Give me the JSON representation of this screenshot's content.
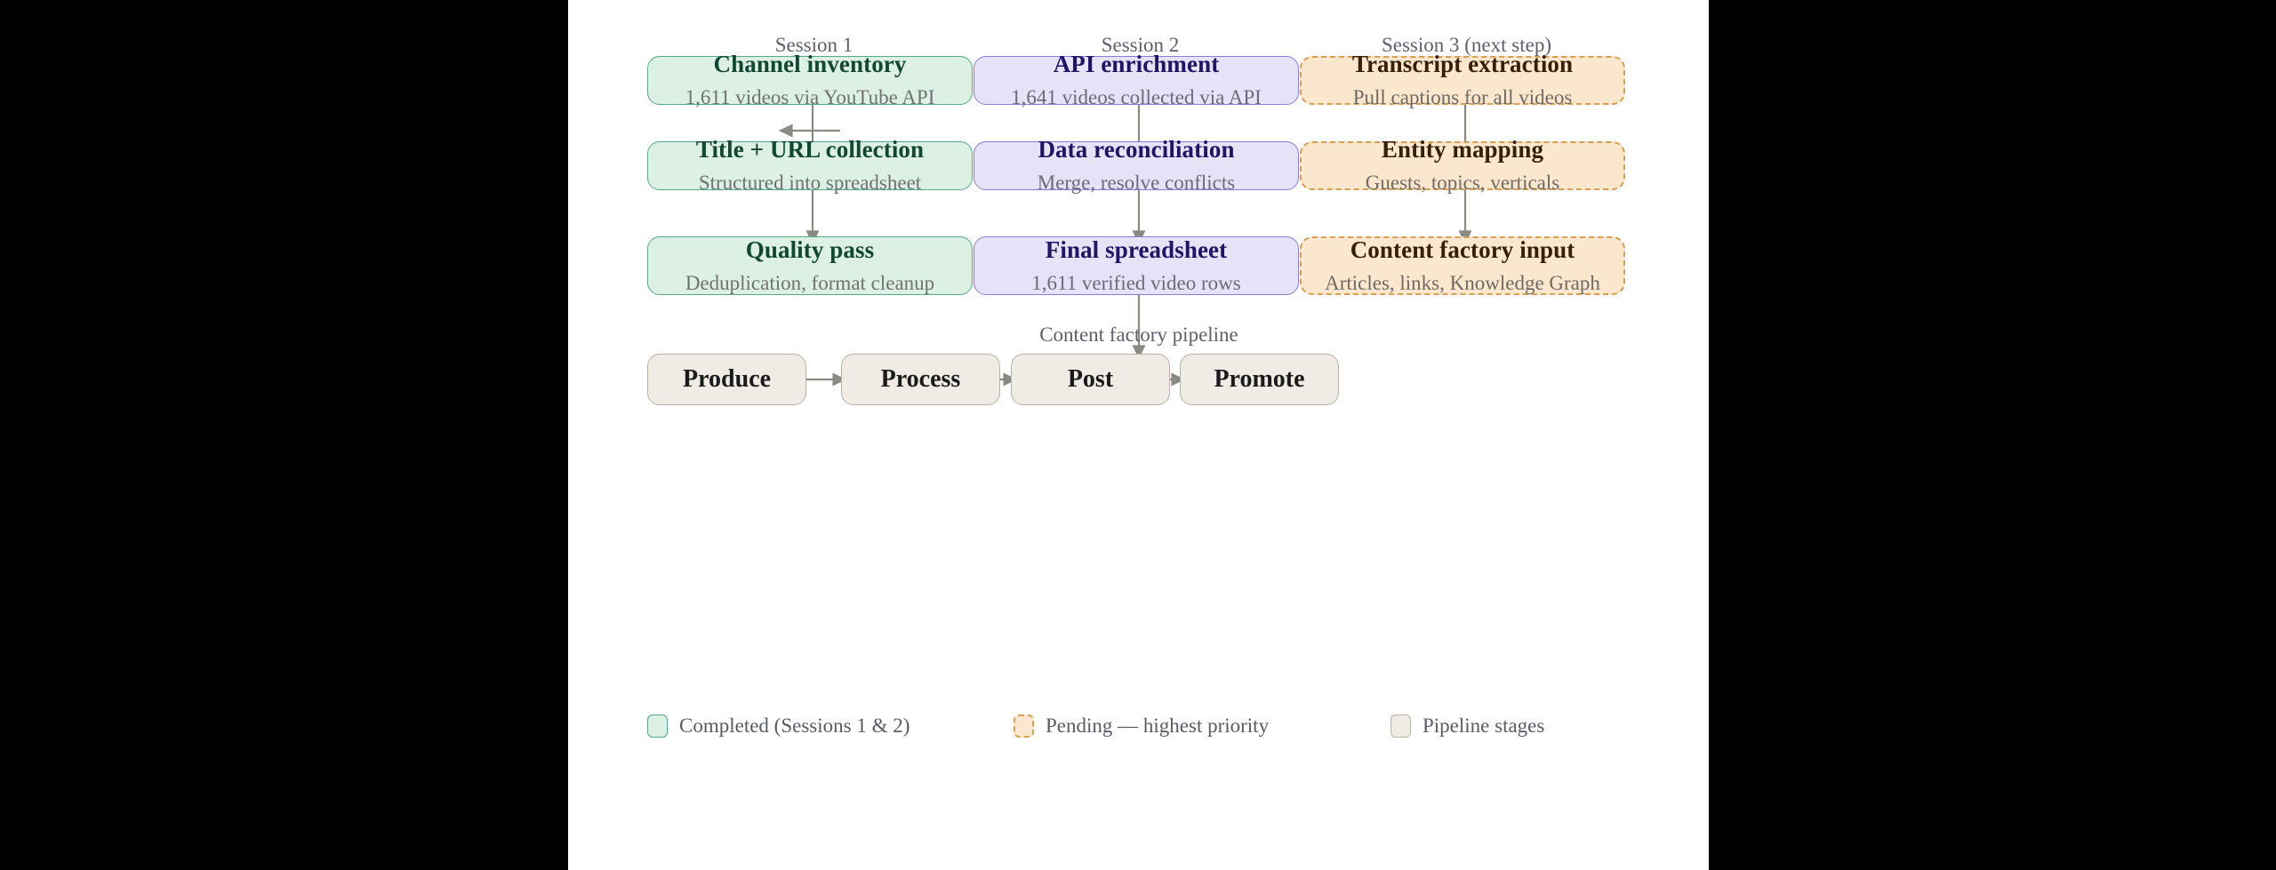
{
  "diagram": {
    "column_headers": [
      {
        "label": "Session 1"
      },
      {
        "label": "Session 2"
      },
      {
        "label": "Session 3 (next step)"
      }
    ],
    "columns": [
      {
        "name": "session-1",
        "status": "completed",
        "color": "#54a98c",
        "fill": "#ddf0e4",
        "stages": [
          {
            "title": "Channel inventory",
            "subtitle": "1,611 videos via YouTube API"
          },
          {
            "title": "Title + URL collection",
            "subtitle": "Structured into spreadsheet"
          },
          {
            "title": "Quality pass",
            "subtitle": "Deduplication, format cleanup"
          }
        ]
      },
      {
        "name": "session-2",
        "status": "completed",
        "color": "#8b7cd8",
        "fill": "#e6e2f8",
        "stages": [
          {
            "title": "API enrichment",
            "subtitle": "1,641 videos collected via API"
          },
          {
            "title": "Data reconciliation",
            "subtitle": "Merge, resolve conflicts"
          },
          {
            "title": "Final spreadsheet",
            "subtitle": "1,611 verified video rows"
          }
        ]
      },
      {
        "name": "session-3",
        "status": "pending",
        "color": "#d79f53",
        "fill": "#fbe7cd",
        "stages": [
          {
            "title": "Transcript extraction",
            "subtitle": "Pull captions for all videos"
          },
          {
            "title": "Entity mapping",
            "subtitle": "Guests, topics, verticals"
          },
          {
            "title": "Content factory input",
            "subtitle": "Articles, links, Knowledge Graph"
          }
        ]
      }
    ],
    "pipeline": {
      "caption": "Content factory pipeline",
      "stages": [
        {
          "label": "Produce"
        },
        {
          "label": "Process"
        },
        {
          "label": "Post"
        },
        {
          "label": "Promote"
        }
      ]
    },
    "legend": [
      {
        "label": "Completed (Sessions 1 & 2)",
        "swatch": "completed"
      },
      {
        "label": "Pending — highest priority",
        "swatch": "pending"
      },
      {
        "label": "Pipeline stages",
        "swatch": "pipeline"
      }
    ]
  }
}
